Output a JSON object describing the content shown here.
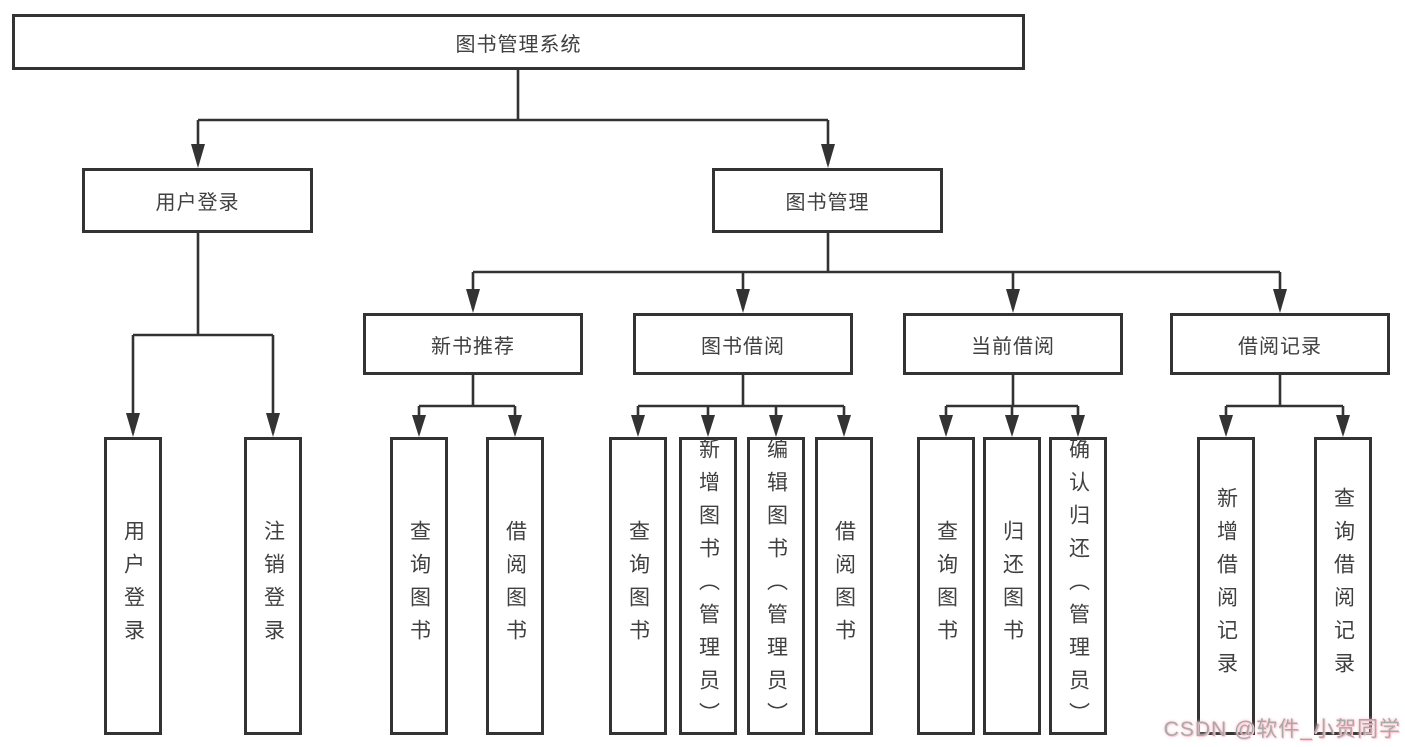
{
  "colors": {
    "line": "#333333",
    "box_border": "#333333",
    "box_fill": "#ffffff",
    "text": "#404040",
    "watermark_text": "#a9a9a9",
    "watermark_glow": "#ffb3c0"
  },
  "watermark": {
    "text": "CSDN @软件_小贺同学"
  },
  "tree": {
    "root": {
      "label": "图书管理系统"
    },
    "branches": [
      {
        "label": "用户登录",
        "children": [
          {
            "label": "用户登录"
          },
          {
            "label": "注销登录"
          }
        ]
      },
      {
        "label": "图书管理",
        "children": [
          {
            "label": "新书推荐",
            "children": [
              {
                "label": "查询图书"
              },
              {
                "label": "借阅图书"
              }
            ]
          },
          {
            "label": "图书借阅",
            "children": [
              {
                "label": "查询图书"
              },
              {
                "label": "新增图书（管理员）"
              },
              {
                "label": "编辑图书（管理员）"
              },
              {
                "label": "借阅图书"
              }
            ]
          },
          {
            "label": "当前借阅",
            "children": [
              {
                "label": "查询图书"
              },
              {
                "label": "归还图书"
              },
              {
                "label": "确认归还（管理员）"
              }
            ]
          },
          {
            "label": "借阅记录",
            "children": [
              {
                "label": "新增借阅记录"
              },
              {
                "label": "查询借阅记录"
              }
            ]
          }
        ]
      }
    ]
  }
}
